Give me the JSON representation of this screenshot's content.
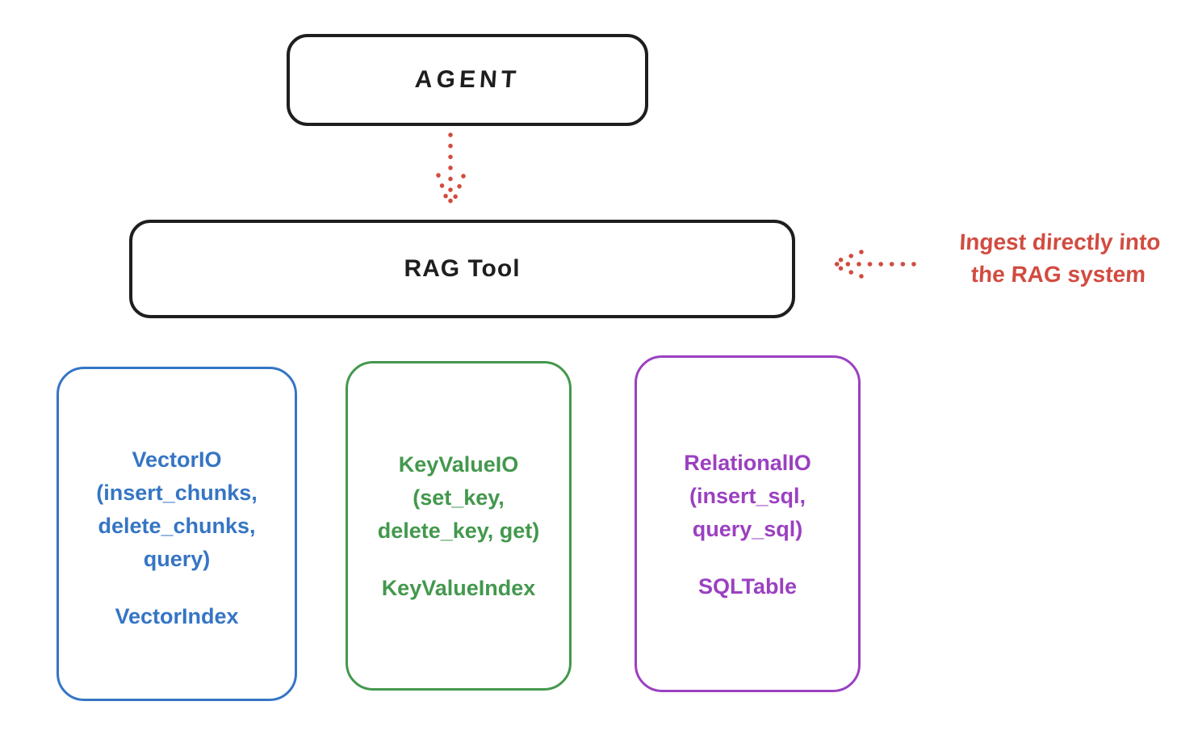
{
  "colors": {
    "background": "#ffffff",
    "ink": "#1e1e1e",
    "red": "#d24b40",
    "blue": "#3575c4",
    "green": "#43984d",
    "purple": "#9b40c1"
  },
  "agent": {
    "label": "AGENT"
  },
  "rag_tool": {
    "label": "RAG Tool"
  },
  "annotation": {
    "line1": "Ingest directly into",
    "line2": "the RAG system"
  },
  "backends": [
    {
      "name": "vector-io",
      "lines": [
        "VectorIO",
        "(insert_chunks,",
        "delete_chunks,",
        "query)"
      ],
      "index": "VectorIndex"
    },
    {
      "name": "key-value-io",
      "lines": [
        "KeyValueIO",
        "(set_key,",
        "delete_key, get)"
      ],
      "index": "KeyValueIndex"
    },
    {
      "name": "relational-io",
      "lines": [
        "RelationalIO",
        "(insert_sql,",
        "query_sql)"
      ],
      "index": "SQLTable"
    }
  ]
}
